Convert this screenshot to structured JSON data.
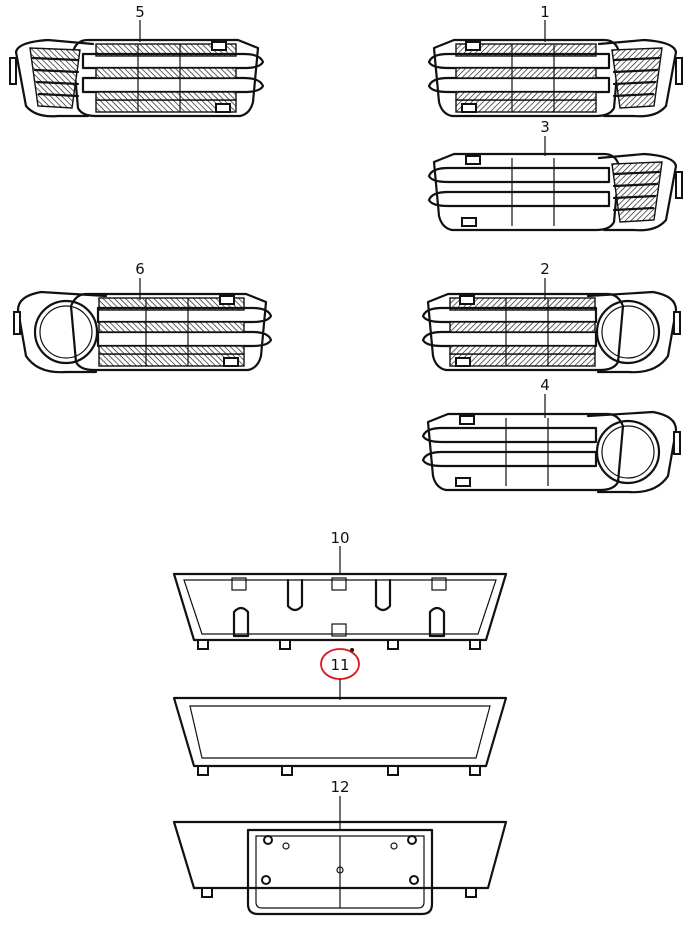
{
  "callouts": {
    "c1": "1",
    "c2": "2",
    "c3": "3",
    "c4": "4",
    "c5": "5",
    "c6": "6",
    "c10": "10",
    "c11": "11",
    "c12": "12"
  },
  "highlight": {
    "callout": "11",
    "color": "#d8141e"
  }
}
